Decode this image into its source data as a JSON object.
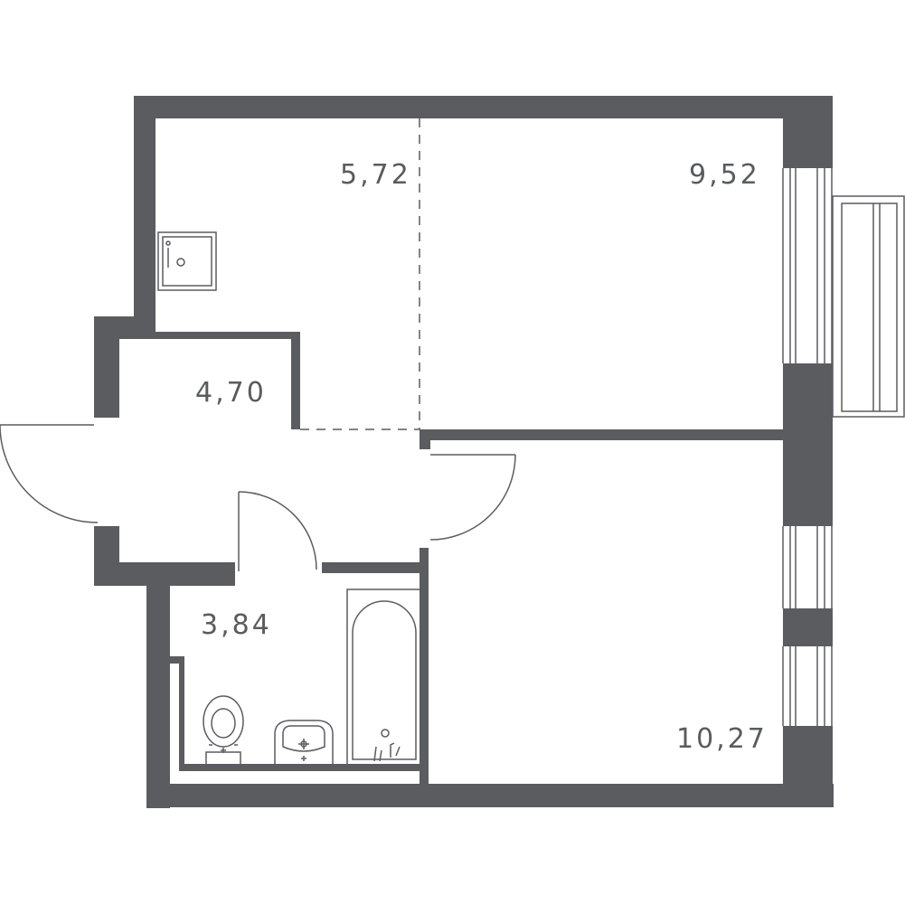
{
  "colors": {
    "wall": "#5b5c60",
    "line": "#5b5c60",
    "background": "#ffffff"
  },
  "rooms": [
    {
      "name": "kitchen",
      "area": "5,72"
    },
    {
      "name": "living-room",
      "area": "9,52"
    },
    {
      "name": "hallway",
      "area": "4,70"
    },
    {
      "name": "bathroom",
      "area": "3,84"
    },
    {
      "name": "bedroom",
      "area": "10,27"
    }
  ],
  "fixtures": [
    "sink-icon",
    "toilet-icon",
    "washbasin-icon",
    "bathtub-icon",
    "balcony-icon"
  ]
}
